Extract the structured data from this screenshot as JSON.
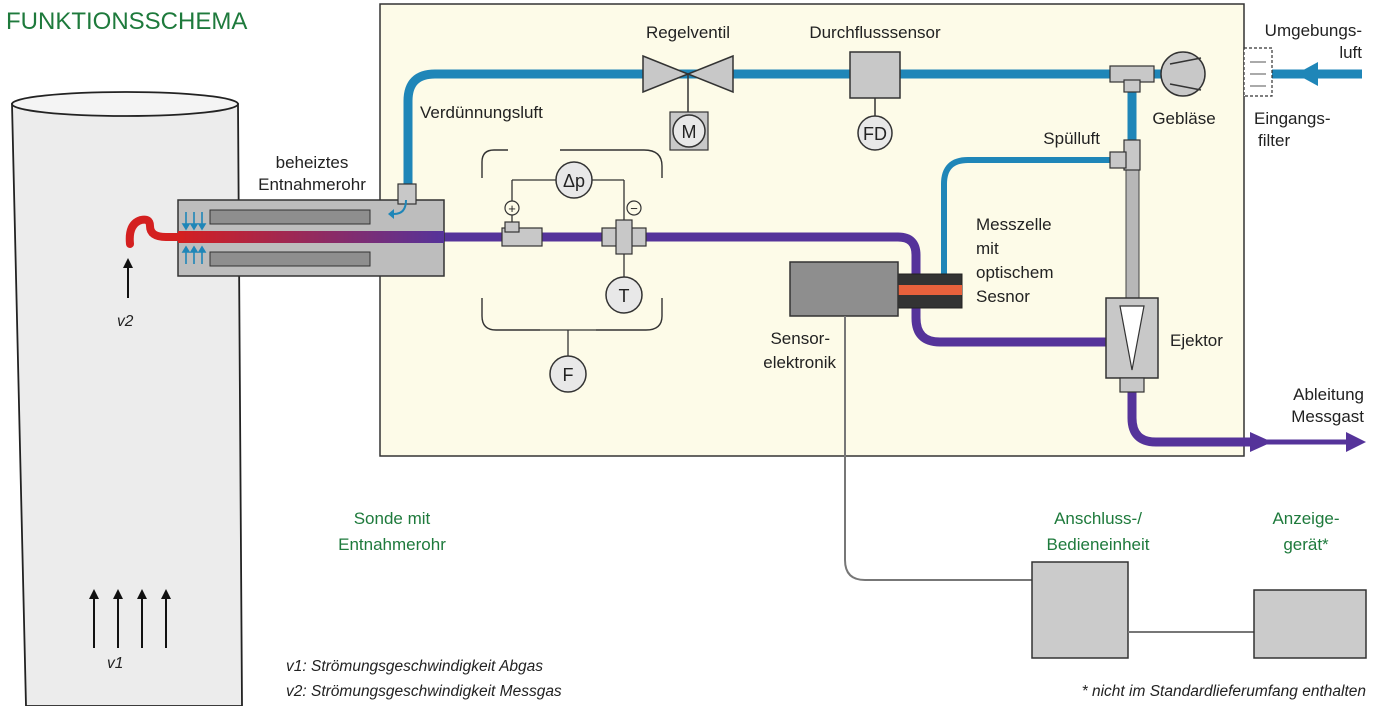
{
  "title": "FUNKTIONSSCHEMA",
  "labels": {
    "regelventil": "Regelventil",
    "durchflusssensor": "Durchflusssensor",
    "umgebungsluft_1": "Umgebungs-",
    "umgebungsluft_2": "luft",
    "verduennungsluft": "Verdünnungsluft",
    "geblaese": "Gebläse",
    "eingangsfilter_1": "Eingangs-",
    "eingangsfilter_2": "filter",
    "spuelluft": "Spülluft",
    "entnahmerohr_1": "beheiztes",
    "entnahmerohr_2": "Entnahmerohr",
    "messzelle_1": "Messzelle",
    "messzelle_2": "mit",
    "messzelle_3": "optischem",
    "messzelle_4": "Sesnor",
    "sensorelektronik_1": "Sensor-",
    "sensorelektronik_2": "elektronik",
    "ejektor": "Ejektor",
    "ableitung_1": "Ableitung",
    "ableitung_2": "Messgast",
    "sonde_1": "Sonde mit",
    "sonde_2": "Entnahmerohr",
    "anschluss_1": "Anschluss-/",
    "anschluss_2": "Bedieneinheit",
    "anzeige_1": "Anzeige-",
    "anzeige_2": "gerät*"
  },
  "symbols": {
    "motor": "M",
    "flow_detector": "FD",
    "pressure_diff": "Δp",
    "temperature": "T",
    "flow": "F",
    "plus": "+",
    "minus": "−"
  },
  "velocity": {
    "v1": "v1",
    "v2": "v2"
  },
  "legend": {
    "v1": "v1: Strömungsgeschwindigkeit Abgas",
    "v2": "v2: Strömungsgeschwindigkeit Messgas"
  },
  "footnote": "* nicht im Standardlieferumfang enthalten",
  "colors": {
    "title_green": "#1e7a3c",
    "dilution_air_blue": "#1f86b8",
    "sample_gas_purple": "#55339a",
    "hot_red": "#d42020",
    "panel_cream": "#fdfbe8",
    "component_gray": "#c8c8c8"
  }
}
